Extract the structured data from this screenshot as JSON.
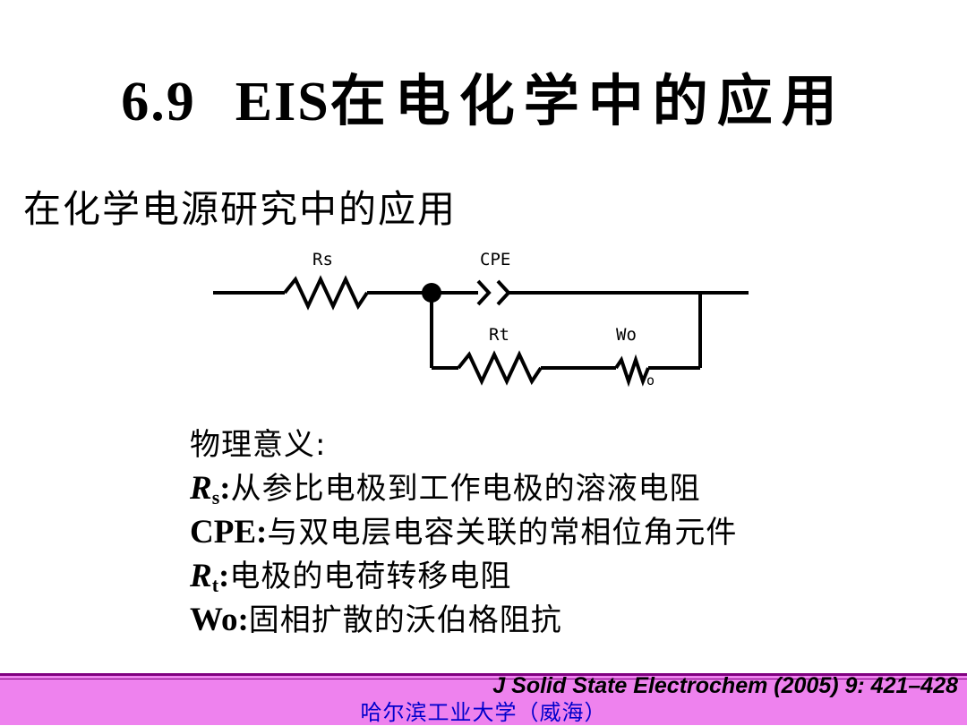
{
  "slide": {
    "title_number": "6.9",
    "title_eis": "EIS",
    "title_rest": "在电化学中的应用",
    "subtitle": "在化学电源研究中的应用"
  },
  "circuit": {
    "labels": {
      "rs": "Rs",
      "cpe": "CPE",
      "rt": "Rt",
      "wo": "Wo",
      "wo_symbol_main": "W",
      "wo_symbol_sub": "o"
    }
  },
  "meaning": {
    "heading": "物理意义:",
    "items": [
      {
        "symbol_main": "R",
        "symbol_sub": "s",
        "colon": ":",
        "text": "从参比电极到工作电极的溶液电阻"
      },
      {
        "symbol": "CPE:",
        "text": "与双电层电容关联的常相位角元件"
      },
      {
        "symbol_main": "R",
        "symbol_sub": "t",
        "colon": ":",
        "text": "电极的电荷转移电阻"
      },
      {
        "symbol": "Wo:",
        "text": "固相扩散的沃伯格阻抗"
      }
    ]
  },
  "footer": {
    "citation": "J Solid State Electrochem (2005) 9: 421–428",
    "institution": "哈尔滨工业大学（威海）",
    "band_color": "#ee82ee",
    "line_color": "#800080",
    "institution_color": "#0000cc"
  }
}
